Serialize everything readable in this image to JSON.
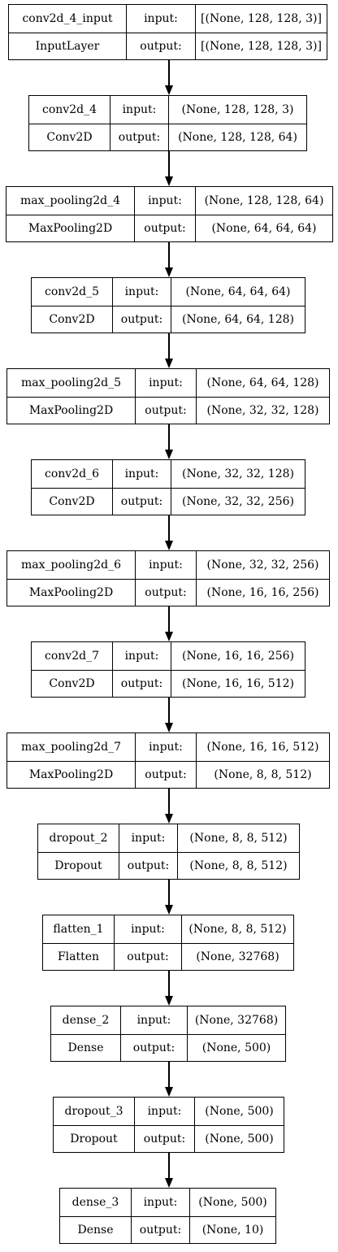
{
  "labels": {
    "input": "input:",
    "output": "output:"
  },
  "layers": [
    {
      "name": "conv2d_4_input",
      "type": "InputLayer",
      "input_shape": "[(None, 128, 128, 3)]",
      "output_shape": "[(None, 128, 128, 3)]"
    },
    {
      "name": "conv2d_4",
      "type": "Conv2D",
      "input_shape": "(None, 128, 128, 3)",
      "output_shape": "(None, 128, 128, 64)"
    },
    {
      "name": "max_pooling2d_4",
      "type": "MaxPooling2D",
      "input_shape": "(None, 128, 128, 64)",
      "output_shape": "(None, 64, 64, 64)"
    },
    {
      "name": "conv2d_5",
      "type": "Conv2D",
      "input_shape": "(None, 64, 64, 64)",
      "output_shape": "(None, 64, 64, 128)"
    },
    {
      "name": "max_pooling2d_5",
      "type": "MaxPooling2D",
      "input_shape": "(None, 64, 64, 128)",
      "output_shape": "(None, 32, 32, 128)"
    },
    {
      "name": "conv2d_6",
      "type": "Conv2D",
      "input_shape": "(None, 32, 32, 128)",
      "output_shape": "(None, 32, 32, 256)"
    },
    {
      "name": "max_pooling2d_6",
      "type": "MaxPooling2D",
      "input_shape": "(None, 32, 32, 256)",
      "output_shape": "(None, 16, 16, 256)"
    },
    {
      "name": "conv2d_7",
      "type": "Conv2D",
      "input_shape": "(None, 16, 16, 256)",
      "output_shape": "(None, 16, 16, 512)"
    },
    {
      "name": "max_pooling2d_7",
      "type": "MaxPooling2D",
      "input_shape": "(None, 16, 16, 512)",
      "output_shape": "(None, 8, 8, 512)"
    },
    {
      "name": "dropout_2",
      "type": "Dropout",
      "input_shape": "(None, 8, 8, 512)",
      "output_shape": "(None, 8, 8, 512)"
    },
    {
      "name": "flatten_1",
      "type": "Flatten",
      "input_shape": "(None, 8, 8, 512)",
      "output_shape": "(None, 32768)"
    },
    {
      "name": "dense_2",
      "type": "Dense",
      "input_shape": "(None, 32768)",
      "output_shape": "(None, 500)"
    },
    {
      "name": "dropout_3",
      "type": "Dropout",
      "input_shape": "(None, 500)",
      "output_shape": "(None, 500)"
    },
    {
      "name": "dense_3",
      "type": "Dense",
      "input_shape": "(None, 500)",
      "output_shape": "(None, 10)"
    }
  ]
}
